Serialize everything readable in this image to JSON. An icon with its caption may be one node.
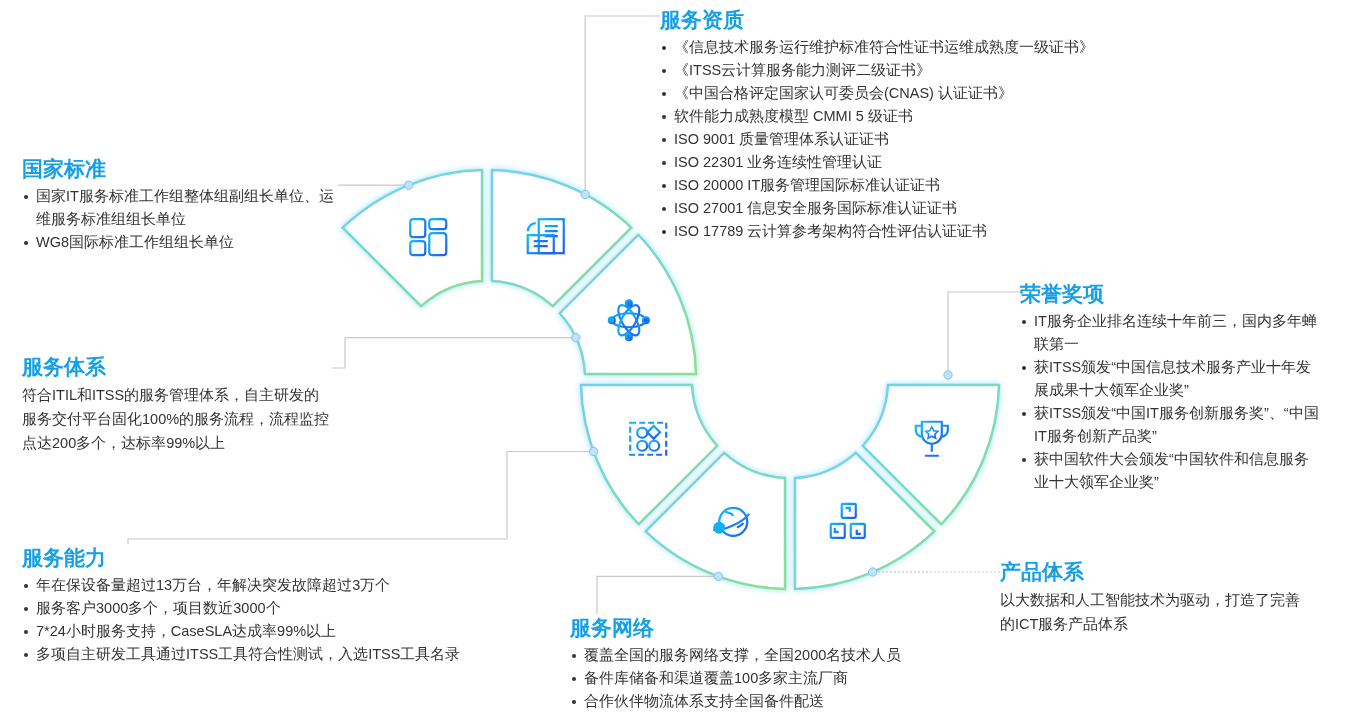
{
  "diagram": {
    "nodes": [
      {
        "text": [
          "服务资质",
          "《信息技术服务运行维护标准符合性证书运维成熟度一级证书》",
          "《ITSS云计算服务能力测评二级证书》",
          "《中国合格评定国家认可委员会(CNAS) 认证证书》",
          "软件能力成熟度模型 CMMI 5 级证书",
          "ISO 9001 质量管理体系认证证书",
          "ISO 22301 业务连续性管理认证",
          "ISO 20000 IT服务管理国际标准认证证书",
          "ISO 27001 信息安全服务国际标准认证证书",
          "ISO 17789 云计算参考架构符合性评估认证证书"
        ]
      },
      {
        "text": [
          "国家标准",
          "国家IT服务标准工作组整体组副组长单位、运维服务标准组组长单位",
          "WG8国际标准工作组组长单位"
        ]
      },
      {
        "text": [
          "荣誉奖项",
          "IT服务企业排名连续十年前三，国内多年蝉联第一",
          "获ITSS颁发“中国信息技术服务产业十年发展成果十大领军企业奖”",
          "获ITSS颁发“中国IT服务创新服务奖”、“中国IT服务创新产品奖”",
          "获中国软件大会颁发“中国软件和信息服务业十大领军企业奖”"
        ]
      },
      {
        "text": [
          "服务体系",
          "符合ITIL和ITSS的服务管理体系，自主研发的服务交付平台固化100%的服务流程，流程监控点达200多个，达标率99%以上"
        ]
      },
      {
        "text": [
          "服务能力",
          "年在保设备量超过13万台，年解决突发故障超过3万个",
          "服务客户3000多个，项目数近3000个",
          "7*24小时服务支持，CaseSLA达成率99%以上",
          "多项自主研发工具通过ITSS工具符合性测试，入选ITSS工具名录"
        ]
      },
      {
        "text": [
          "产品体系",
          "以大数据和人工智能技术为驱动，打造了完善的ICT服务产品体系"
        ]
      },
      {
        "text": [
          "服务网络",
          "覆盖全国的服务网络支撑，全国2000名技术人员",
          "备件库储备和渠道覆盖100多家主流厂商",
          "合作伙伴物流体系支持全国备件配送"
        ]
      },
      {
        "text": [],
        "shape": "sector"
      },
      {
        "text": [],
        "shape": "sector"
      },
      {
        "text": [],
        "shape": "sector"
      },
      {
        "text": [],
        "shape": "sector"
      },
      {
        "text": [],
        "shape": "sector"
      },
      {
        "text": [],
        "shape": "sector"
      },
      {
        "text": [],
        "shape": "sector"
      }
    ],
    "edges": [
      {
        "from": 0,
        "to": 8,
        "arrow": "other"
      },
      {
        "from": 1,
        "to": 7,
        "arrow": "other"
      },
      {
        "from": 2,
        "to": 13,
        "arrow": "other"
      },
      {
        "from": 3,
        "to": 9,
        "arrow": "other"
      },
      {
        "from": 4,
        "to": 10,
        "arrow": "other"
      },
      {
        "from": 5,
        "to": 12,
        "arrow": "other",
        "style": "dashed"
      },
      {
        "from": 6,
        "to": 11,
        "arrow": "other"
      }
    ]
  }
}
